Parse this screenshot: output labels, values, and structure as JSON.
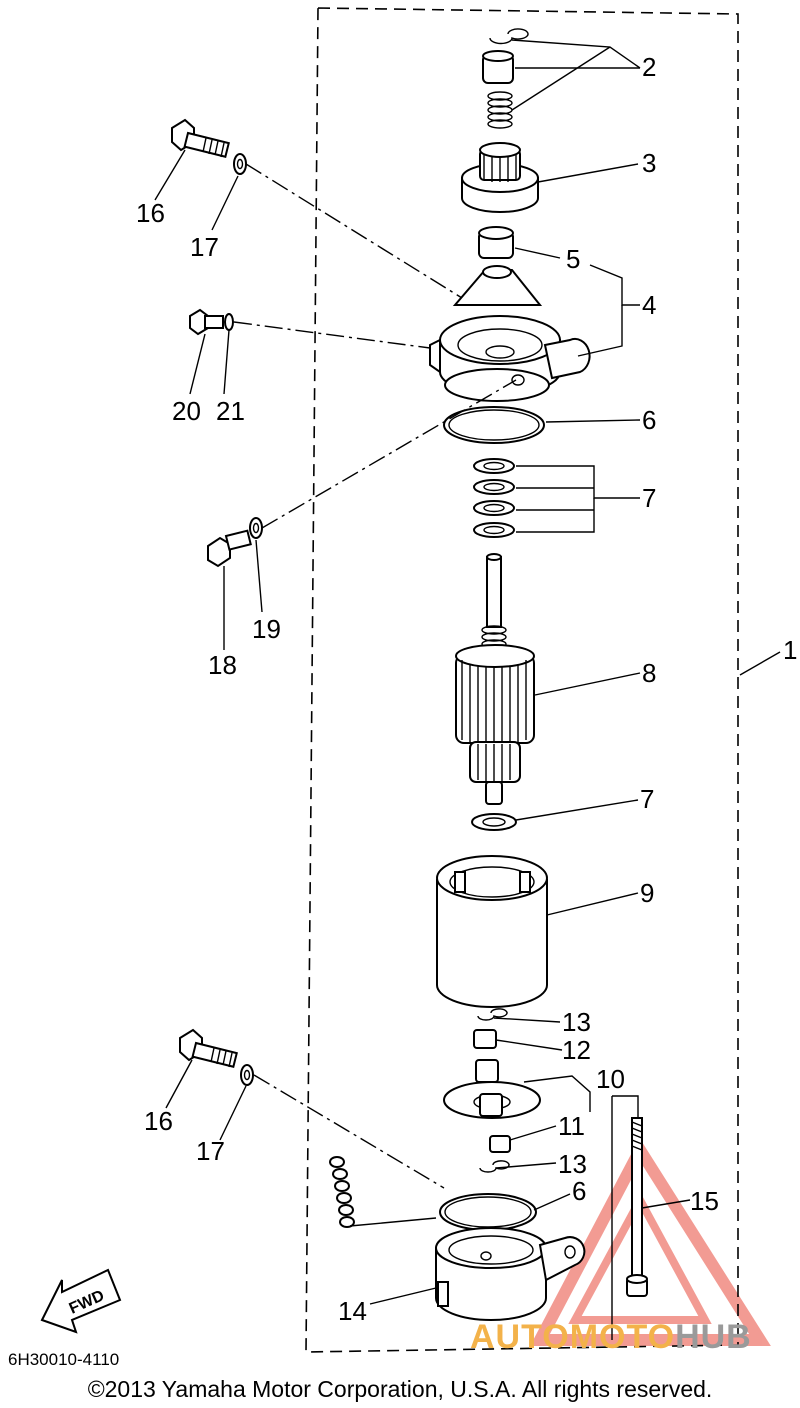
{
  "diagram": {
    "callouts": {
      "c1": "1",
      "c2": "2",
      "c3": "3",
      "c4": "4",
      "c5": "5",
      "c6a": "6",
      "c7a": "7",
      "c7b": "7",
      "c8": "8",
      "c9": "9",
      "c10": "10",
      "c11": "11",
      "c12": "12",
      "c13a": "13",
      "c13b": "13",
      "c14": "14",
      "c15": "15",
      "c16a": "16",
      "c16b": "16",
      "c17a": "17",
      "c17b": "17",
      "c18": "18",
      "c19": "19",
      "c20": "20",
      "c21": "21",
      "c6b": "6"
    },
    "fwd_label": "FWD"
  },
  "footer": {
    "part_number": "6H30010-4110",
    "copyright": "©2013 Yamaha Motor Corporation, U.S.A. All rights reserved."
  },
  "watermark": {
    "text_a": "AUTOMOTO",
    "text_b": "HUB",
    "color_a": "#f3b24a",
    "color_b": "#9a9a9a",
    "logo_color": "#e84b3c"
  }
}
